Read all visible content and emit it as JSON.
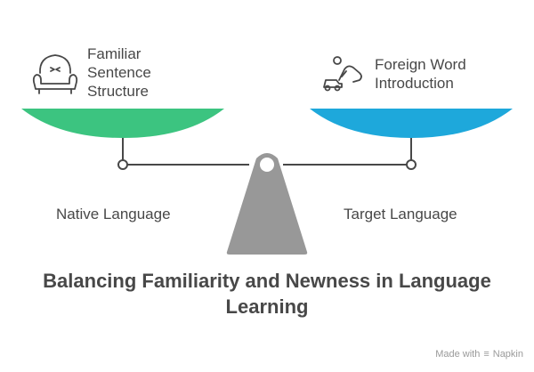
{
  "left_pan": {
    "label_lines": [
      "Familiar",
      "Sentence",
      "Structure"
    ],
    "icon": "armchair-icon",
    "color": "#3CC480",
    "side_label": "Native Language"
  },
  "right_pan": {
    "label_lines": [
      "Foreign Word",
      "Introduction"
    ],
    "icon": "person-crawling-car-icon",
    "color": "#1EA8DB",
    "side_label": "Target Language"
  },
  "fulcrum": {
    "color": "#989898"
  },
  "title": {
    "line1": "Balancing Familiarity and Newness in Language",
    "line2": "Learning"
  },
  "footer": {
    "prefix": "Made with",
    "brand": "Napkin",
    "icon": "napkin-logo-icon"
  }
}
